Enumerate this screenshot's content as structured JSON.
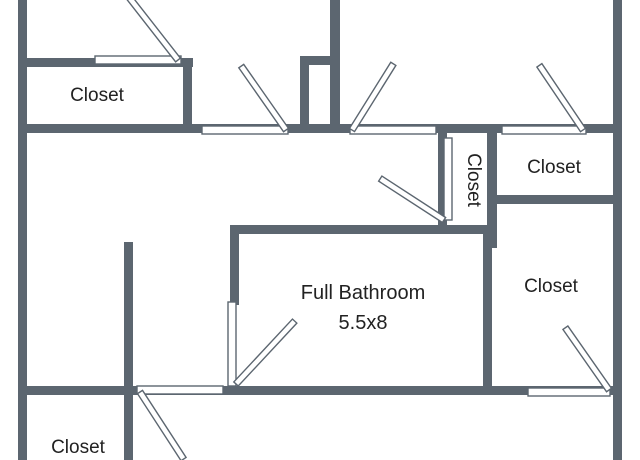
{
  "rooms": {
    "closet_top_left": "Closet",
    "closet_vertical": "Closet",
    "closet_right_upper": "Closet",
    "closet_right_middle": "Closet",
    "closet_bottom_left": "Closet",
    "bathroom_name": "Full Bathroom",
    "bathroom_size": "5.5x8"
  },
  "colors": {
    "wall": "#5c6670",
    "door": "#ffffff",
    "label": "#222222"
  }
}
